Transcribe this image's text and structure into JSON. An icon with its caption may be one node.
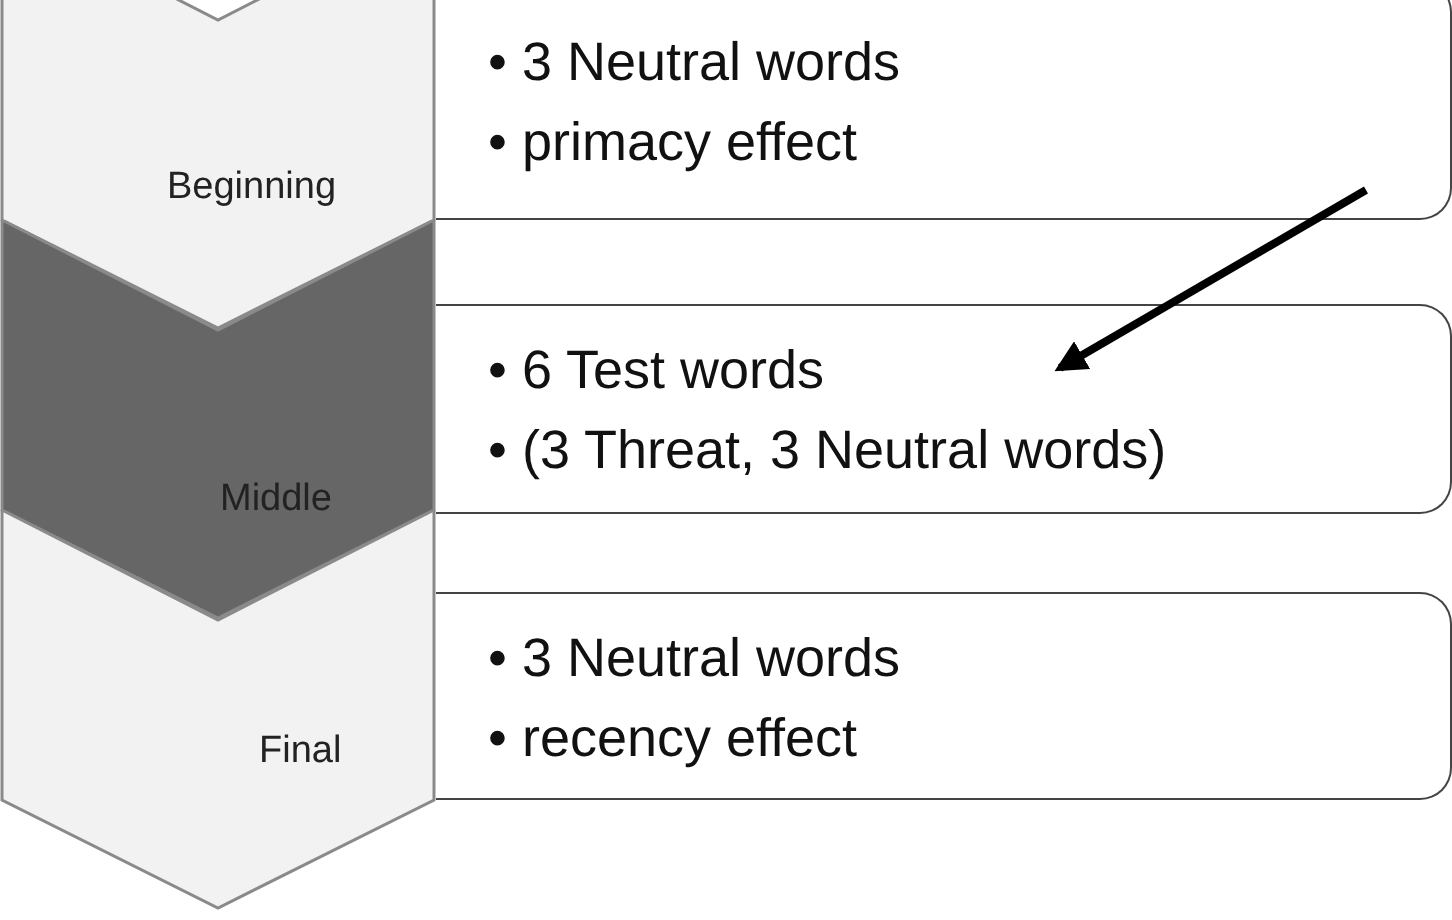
{
  "diagram": {
    "nodes": [
      {
        "text": [
          "Beginning"
        ]
      },
      {
        "text": [
          "• 3 Neutral words",
          "• primacy effect"
        ]
      },
      {
        "text": [
          "Middle"
        ]
      },
      {
        "text": [
          "• 6 Test words",
          "• (3 Threat, 3 Neutral words)"
        ]
      },
      {
        "text": [
          "Final"
        ]
      },
      {
        "text": [
          "• 3 Neutral words",
          "• recency effect"
        ]
      }
    ],
    "edges": [
      {
        "from": 1,
        "to": 3,
        "arrow": "to"
      }
    ]
  }
}
